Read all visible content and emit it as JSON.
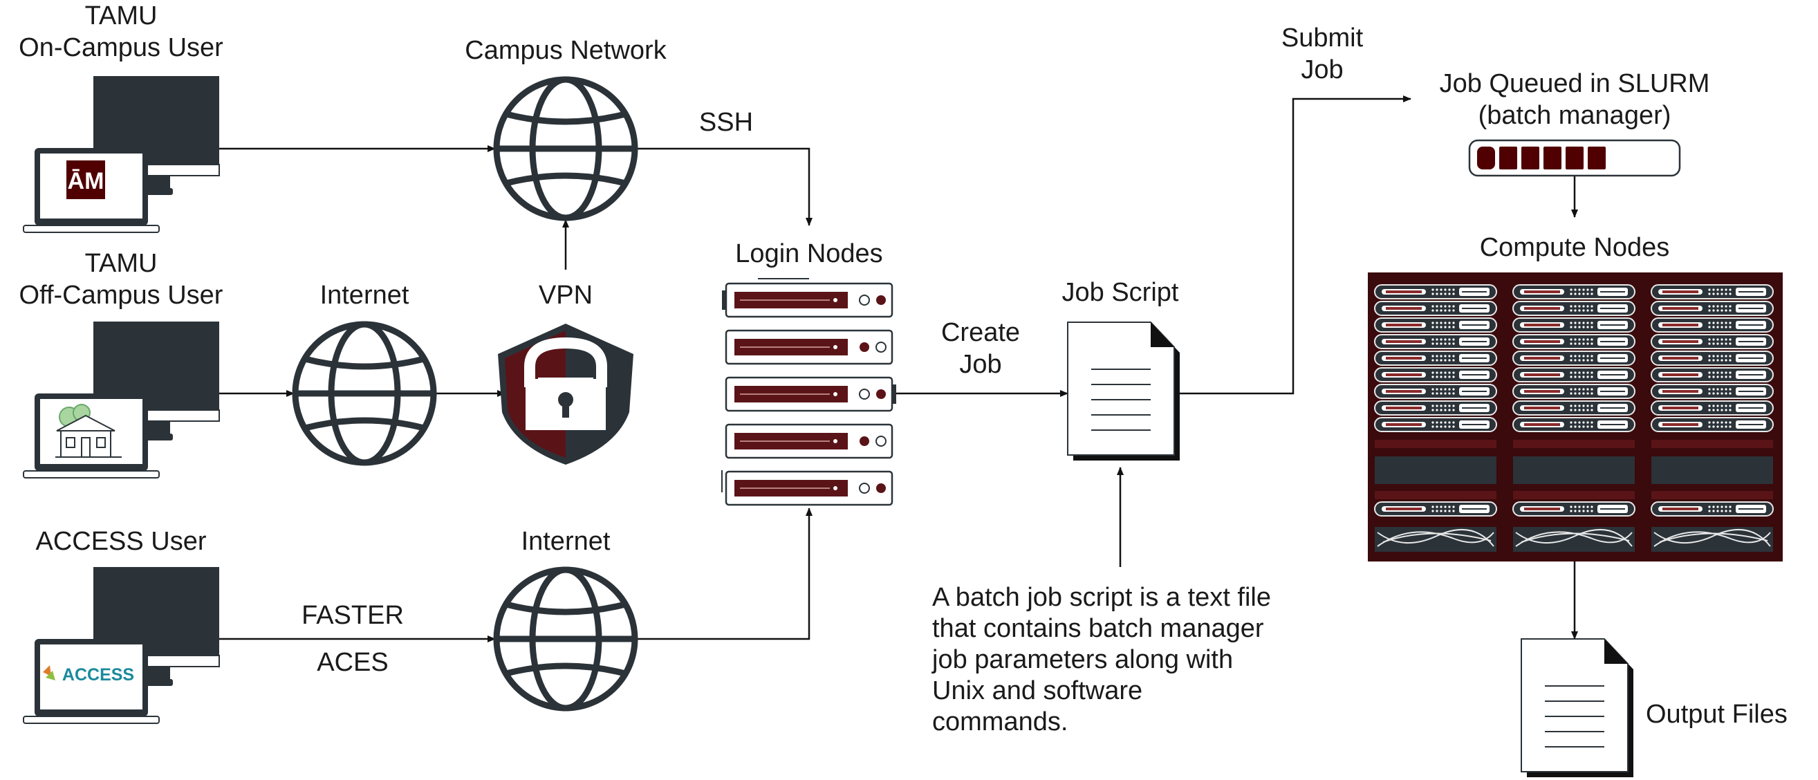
{
  "users": {
    "on_campus": {
      "line1": "TAMU",
      "line2": "On-Campus User"
    },
    "off_campus": {
      "line1": "TAMU",
      "line2": "Off-Campus User"
    },
    "access": {
      "label": "ACCESS User",
      "logo_text": "ACCESS"
    }
  },
  "networks": {
    "campus": "Campus Network",
    "internet_off": "Internet",
    "vpn": "VPN",
    "internet_access": "Internet"
  },
  "edges": {
    "ssh": "SSH",
    "faster": "FASTER",
    "aces": "ACES",
    "create_job": {
      "line1": "Create",
      "line2": "Job"
    },
    "submit_job": {
      "line1": "Submit",
      "line2": "Job"
    }
  },
  "nodes": {
    "login": "Login Nodes",
    "job_script": "Job Script",
    "queue": {
      "line1": "Job Queued in SLURM",
      "line2": "(batch manager)"
    },
    "compute": "Compute Nodes",
    "output": "Output Files"
  },
  "description": {
    "lines": [
      "A batch job script is a text file",
      "that contains batch manager",
      "job parameters  along with",
      "Unix and software",
      "commands."
    ]
  },
  "colors": {
    "maroon": "#500000",
    "dark": "#2b3339",
    "line": "#111111"
  },
  "icons": {
    "computer": "desktop-laptop-icon",
    "network": "globe-icon",
    "vpn": "shield-lock-icon",
    "server": "server-rack-icon",
    "document": "document-icon",
    "queue": "progress-bar-icon",
    "cluster": "compute-cluster-icon"
  },
  "queue_progress": {
    "filled": 6,
    "total": 10
  }
}
